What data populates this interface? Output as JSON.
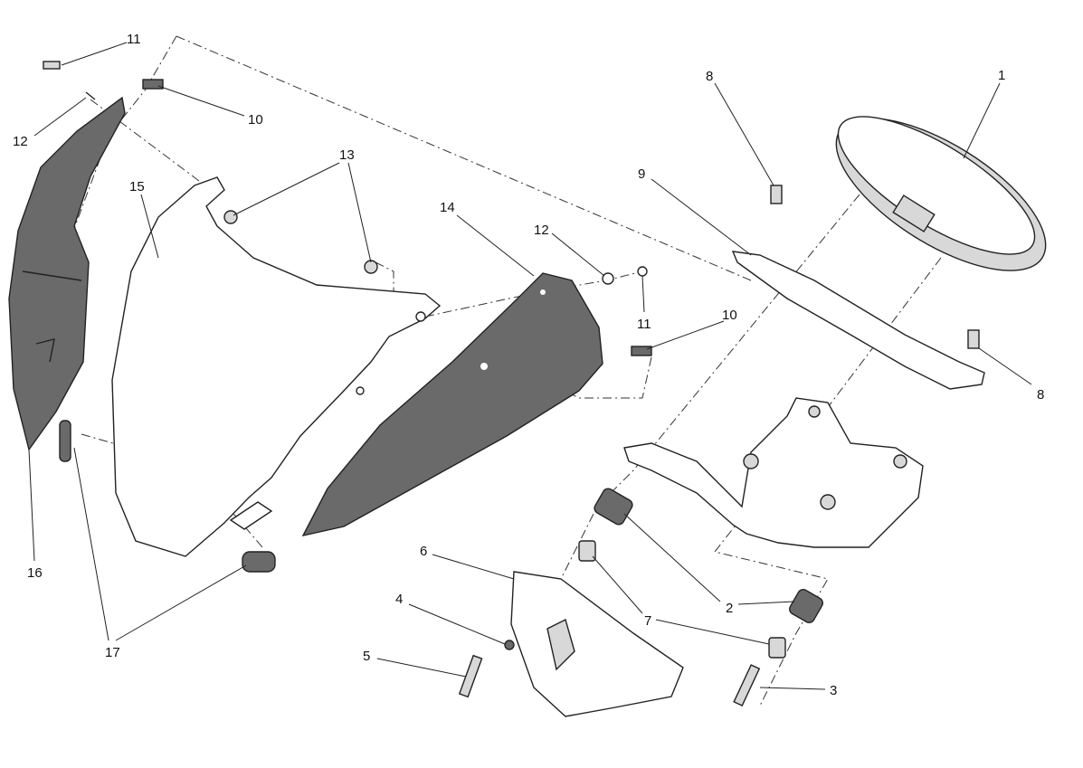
{
  "diagram": {
    "callouts": [
      "11",
      "10",
      "12",
      "13",
      "15",
      "14",
      "12",
      "11",
      "10",
      "9",
      "8",
      "1",
      "8",
      "16",
      "17",
      "6",
      "4",
      "5",
      "7",
      "2",
      "2",
      "3"
    ]
  },
  "colors": {
    "dark_panel": "#6a6a6a",
    "line": "#222222"
  }
}
